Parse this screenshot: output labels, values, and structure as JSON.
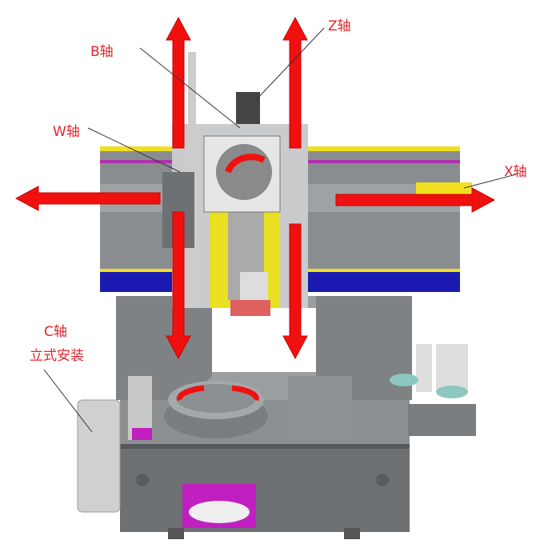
{
  "labels": {
    "b_axis": "B轴",
    "z_axis": "Z轴",
    "w_axis": "W轴",
    "x_axis": "X轴",
    "c_axis": "C轴",
    "c_axis_note": "立式安装"
  },
  "colors": {
    "arrow": "#f01010",
    "label": "#e0262b",
    "beam": "#8a8d90",
    "stripe_blue": "#1a1ab0",
    "stripe_yellow": "#f0e020",
    "magenta": "#c020c0",
    "base": "#6e7174"
  }
}
